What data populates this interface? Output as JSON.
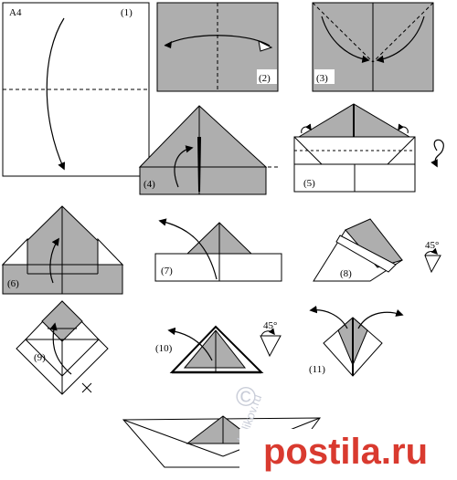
{
  "paper_label": "A4",
  "steps": [
    "(1)",
    "(2)",
    "(3)",
    "(4)",
    "(5)",
    "(6)",
    "(7)",
    "(8)",
    "(9)",
    "(10)",
    "(11)"
  ],
  "angles": {
    "step8": "45°",
    "step10": "45°"
  },
  "watermark": {
    "copyright": "©",
    "site": "kulikov.ru"
  },
  "brand": {
    "name": "postila.ru"
  },
  "colors": {
    "paper_grey": "#aeaeae",
    "line": "#000000",
    "brand_red": "#d93a2f",
    "watermark": "#c9cdd8"
  }
}
